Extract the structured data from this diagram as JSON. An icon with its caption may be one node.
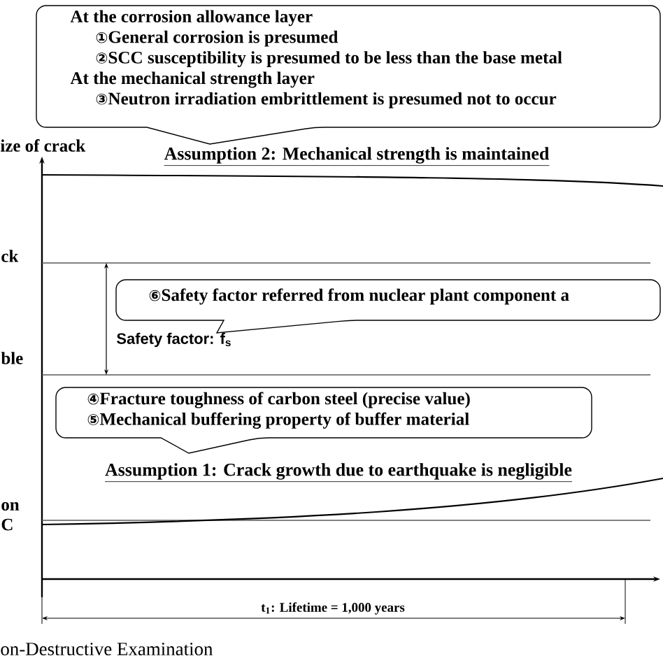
{
  "diagram": {
    "nodes": [
      {
        "text": [
          "At the corrosion allowance layer",
          "①General corrosion is presumed",
          "②SCC susceptibility is presumed to be less than the base metal",
          "At the mechanical strength layer",
          "③Neutron irradiation embrittlement is presumed not to occur"
        ]
      },
      {
        "text": [
          "⑥Safety factor referred from nuclear plant component a"
        ]
      },
      {
        "text": [
          "④Fracture toughness of carbon steel (precise value)",
          "⑤Mechanical buffering property of buffer material"
        ]
      }
    ],
    "labels": [
      "ize of crack",
      "Assumption 2: Mechanical strength is maintained",
      "ck",
      "Safety factor: f$_{s}$",
      "ble",
      "Assumption 1: Crack growth due to earthquake is negligible",
      "on",
      "C",
      "t$_{1}$: Lifetime = 1,000 years",
      "on-Destructive Examination"
    ]
  }
}
